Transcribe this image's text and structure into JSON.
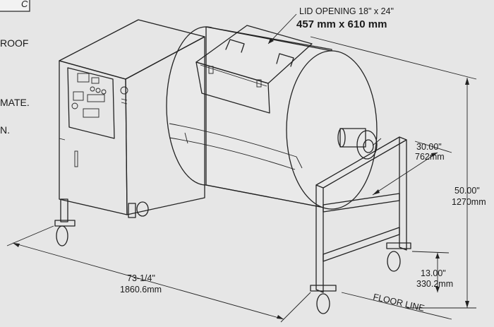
{
  "edge_fragments": {
    "box_text": "C",
    "line_1": "ROOF",
    "line_2": "MATE.",
    "line_3": "N."
  },
  "lid_opening": {
    "imperial": "LID OPENING 18\" x 24\"",
    "metric": "457 mm x 610 mm"
  },
  "dimensions": {
    "depth": {
      "imperial": "30.00\"",
      "metric": "762mm"
    },
    "height": {
      "imperial": "50.00\"",
      "metric": "1270mm"
    },
    "length": {
      "imperial": "73-1/4\"",
      "metric": "1860.6mm"
    },
    "leg_height": {
      "imperial": "13.00\"",
      "metric": "330.2mm"
    }
  },
  "floor_line": "FLOOR LINE"
}
